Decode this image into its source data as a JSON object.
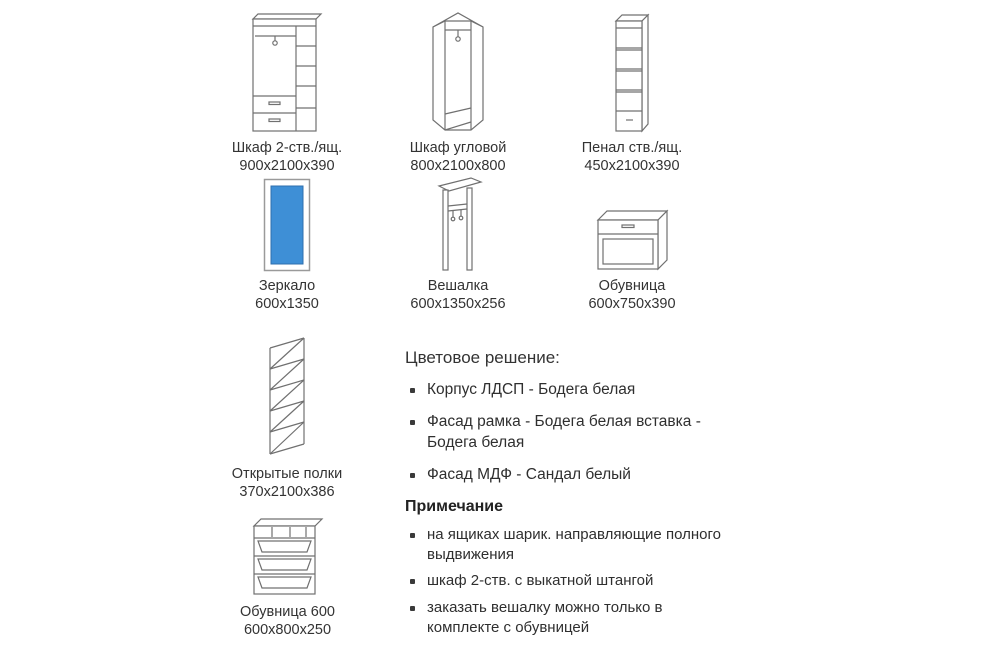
{
  "items": [
    {
      "name": "Шкаф 2-ств./ящ.",
      "size": "900x2100x390"
    },
    {
      "name": "Шкаф угловой",
      "size": "800x2100x800"
    },
    {
      "name": "Пенал ств./ящ.",
      "size": "450x2100x390"
    },
    {
      "name": "Зеркало",
      "size": "600x1350"
    },
    {
      "name": "Вешалка",
      "size": "600x1350x256"
    },
    {
      "name": "Обувница",
      "size": "600x750x390"
    },
    {
      "name": "Открытые полки",
      "size": "370x2100x386"
    },
    {
      "name": "Обувница 600",
      "size": "600x800x250"
    }
  ],
  "color_section": {
    "title": "Цветовое решение:",
    "bullets": [
      "Корпус ЛДСП - Бодега белая",
      "Фасад рамка - Бодега белая вставка - Бодега белая",
      "Фасад МДФ - Сандал белый"
    ]
  },
  "notes_section": {
    "title": "Примечание",
    "bullets": [
      "на ящиках шарик. направляющие полного выдвижения",
      "шкаф 2-ств. с выкатной штангой",
      "заказать вешалку можно только в комплекте с обувницей"
    ]
  },
  "colors": {
    "mirror_blue": "#3e8fd6",
    "line_gray": "#707070"
  }
}
